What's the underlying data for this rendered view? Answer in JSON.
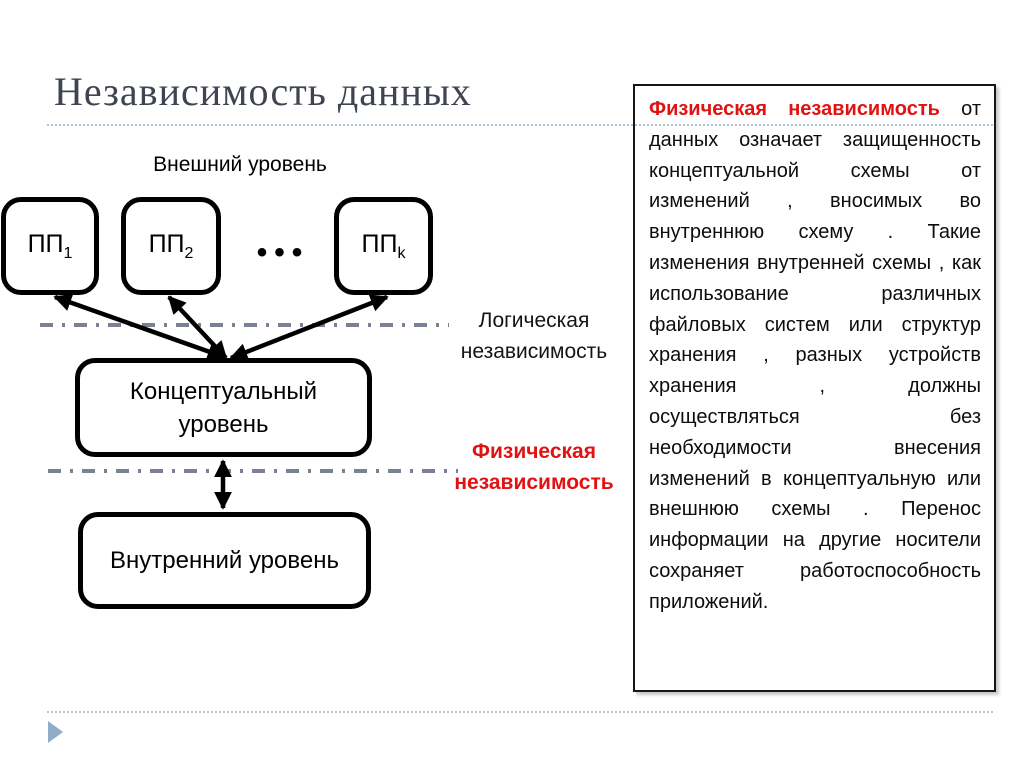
{
  "slide": {
    "title": "Независимость данных",
    "diagram": {
      "external_level_label": "Внешний уровень",
      "boxes": [
        {
          "label": "ПП",
          "sub": "1"
        },
        {
          "label": "ПП",
          "sub": "2"
        },
        {
          "label": "ПП",
          "sub": "k"
        }
      ],
      "ellipsis": "•••",
      "logical_independence": {
        "line1": "Логическая",
        "line2": "независимость"
      },
      "physical_independence": {
        "line1": "Физическая",
        "line2": "независимость"
      },
      "conceptual_box": {
        "line1": "Концептуальный",
        "line2": "уровень"
      },
      "internal_box_label": "Внутренний уровень"
    },
    "note_panel": {
      "lead": "Физическая независимость",
      "body": " от данных означает защищенность концептуальной схемы от изменений , вносимых во внутреннюю схему . Такие изменения внутренней схемы , как использование различных файловых систем или структур хранения , разных устройств хранения , должны осуществляться без необходимости внесения изменений в концептуальную или внешнюю схемы . Перенос информации на другие носители сохраняет работоспособность приложений."
    },
    "colors": {
      "accent_red": "#e11212",
      "title_color": "#3e4451",
      "dash_dot_line": "#7b8195",
      "dotted_separator": "#b0c6d6",
      "footer_triangle": "#8fadc6"
    }
  }
}
